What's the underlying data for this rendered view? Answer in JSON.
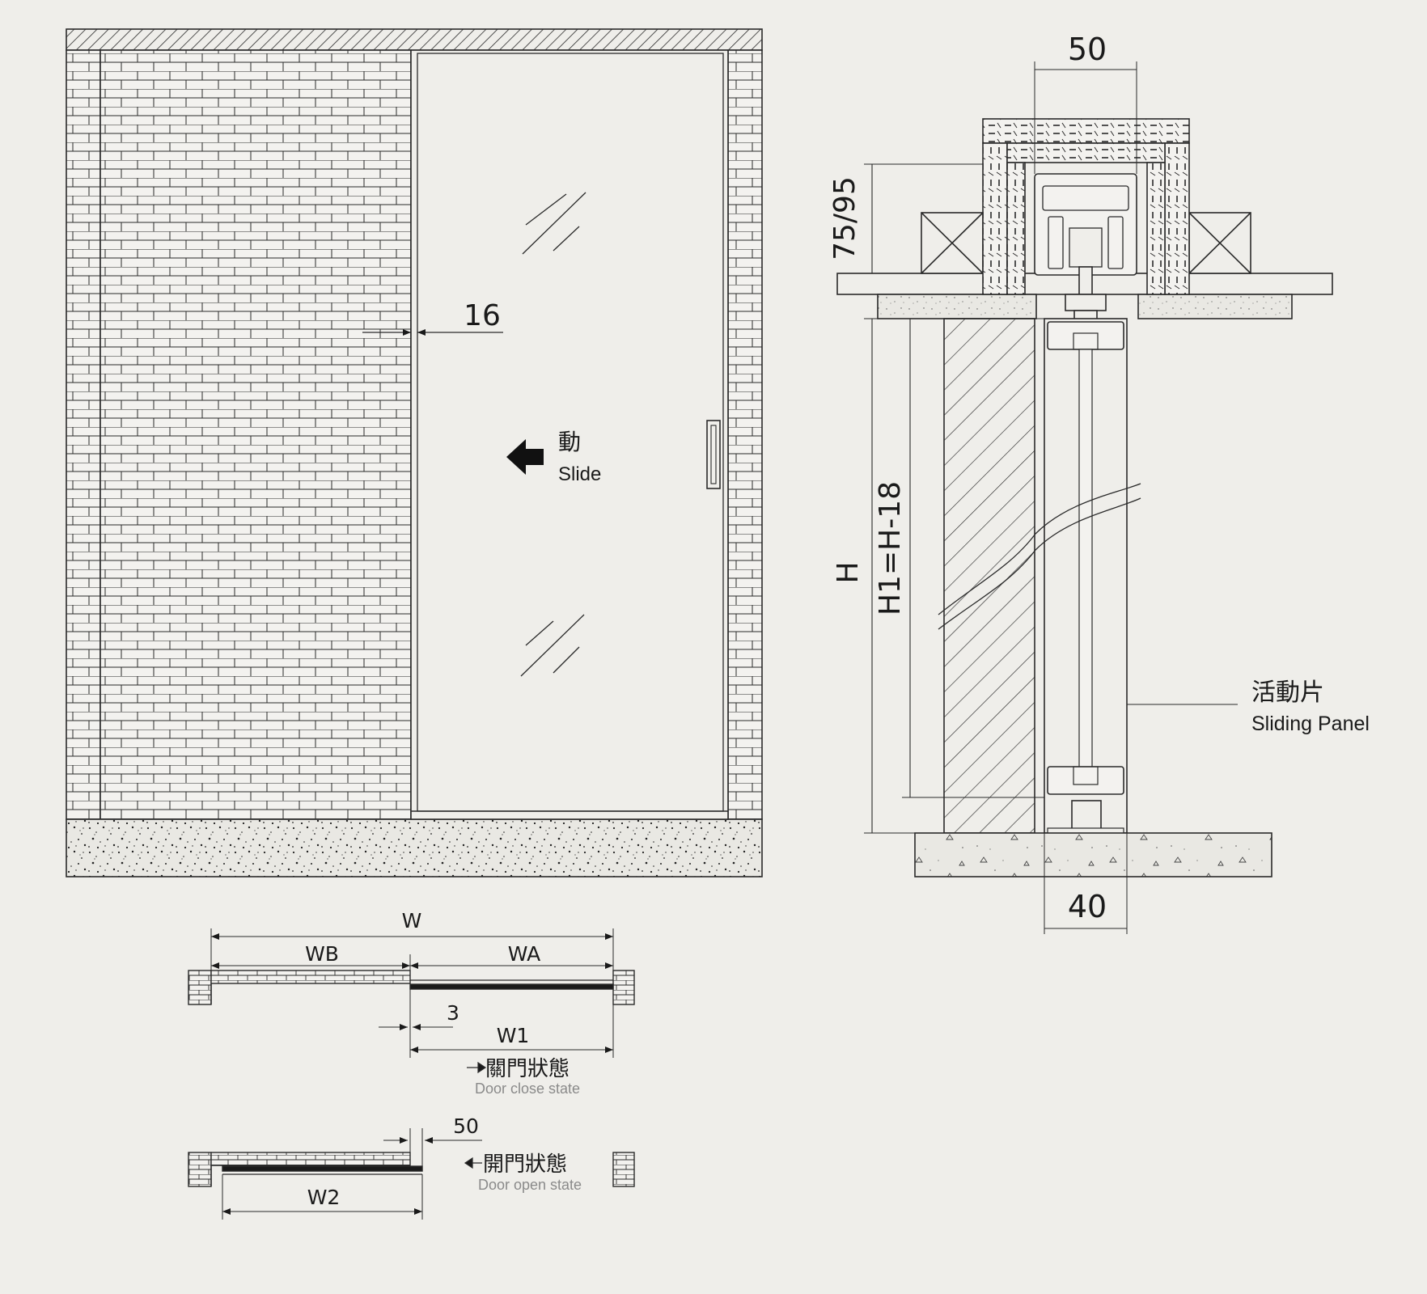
{
  "elevation": {
    "dim_gap": "16",
    "slide_cn": "動",
    "slide_en": "Slide"
  },
  "section": {
    "dim_top": "50",
    "dim_head": "75/95",
    "dim_h": "H",
    "dim_h1": "H1=H-18",
    "dim_bottom": "40",
    "panel_cn": "活動片",
    "panel_en": "Sliding Panel"
  },
  "plan_close": {
    "dim_w": "W",
    "dim_wb": "WB",
    "dim_wa": "WA",
    "dim_3": "3",
    "dim_w1": "W1",
    "state_cn": "關門狀態",
    "state_en": "Door close state"
  },
  "plan_open": {
    "dim_50": "50",
    "dim_w2": "W2",
    "state_cn": "開門狀態",
    "state_en": "Door open state"
  },
  "colors": {
    "background": "#efeeea",
    "line": "#2a2a2a",
    "subtext": "#8a8a8a"
  }
}
